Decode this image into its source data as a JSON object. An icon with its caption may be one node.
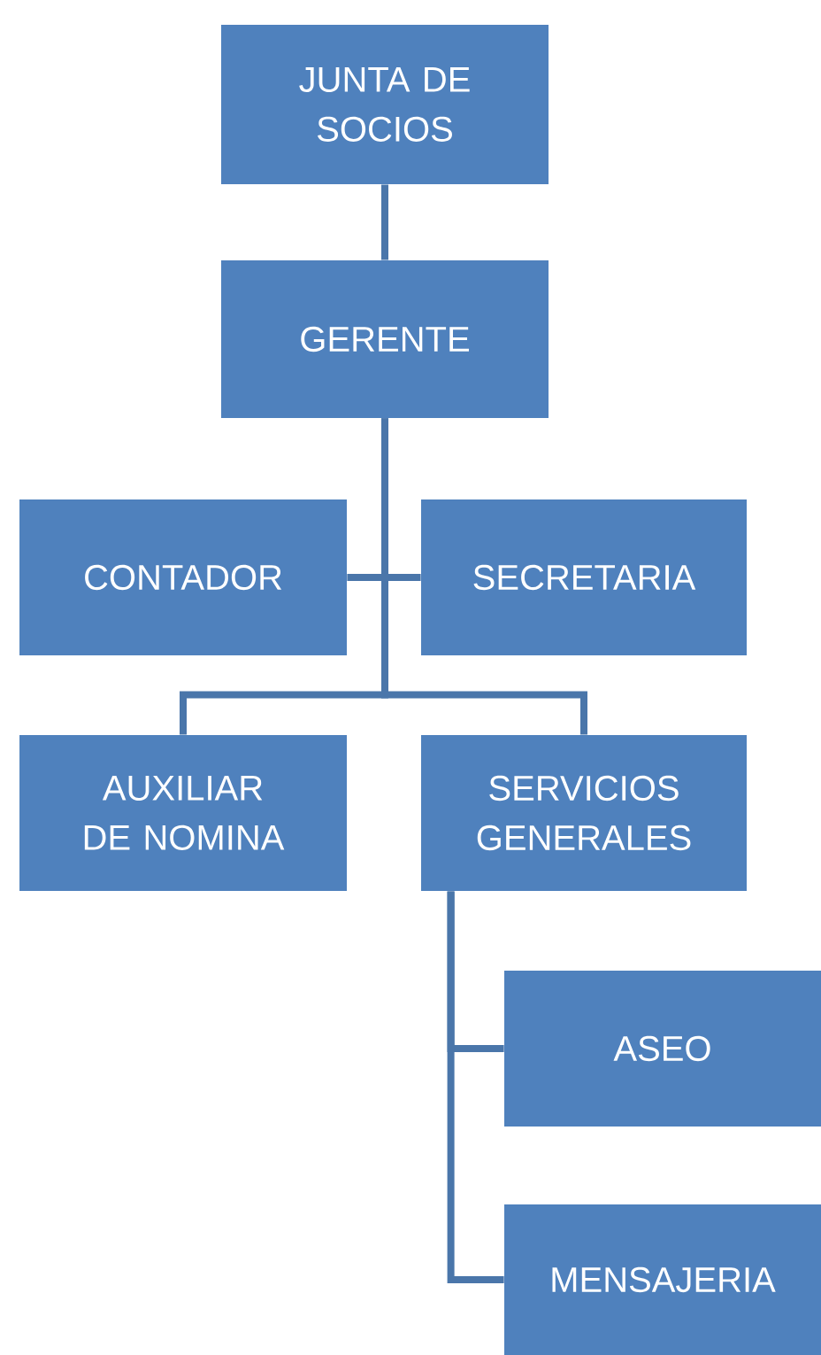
{
  "diagram": {
    "nodes": [
      {
        "text": [
          "JUNTA DE SOCIOS"
        ]
      },
      {
        "text": [
          "GERENTE"
        ]
      },
      {
        "text": [
          "CONTADOR"
        ]
      },
      {
        "text": [
          "SECRETARIA"
        ]
      },
      {
        "text": [
          "AUXILIAR DE NOMINA"
        ]
      },
      {
        "text": [
          "SERVICIOS GENERALES"
        ]
      },
      {
        "text": [
          "ASEO"
        ]
      },
      {
        "text": [
          "MENSAJERIA"
        ]
      }
    ],
    "edges": [
      {
        "from": 0,
        "to": 1,
        "arrow": "none"
      },
      {
        "from": 1,
        "to": 2,
        "arrow": "none"
      },
      {
        "from": 1,
        "to": 3,
        "arrow": "none"
      },
      {
        "from": 1,
        "to": 4,
        "arrow": "none"
      },
      {
        "from": 1,
        "to": 5,
        "arrow": "none"
      },
      {
        "from": 5,
        "to": 6,
        "arrow": "none"
      },
      {
        "from": 5,
        "to": 7,
        "arrow": "none"
      }
    ]
  }
}
